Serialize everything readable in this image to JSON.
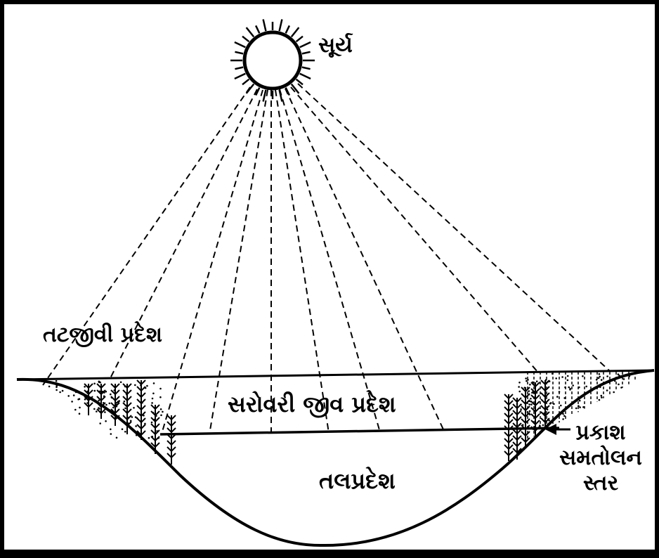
{
  "labels": {
    "sun": "સૂર્ય",
    "littoral_zone": "તટજીવી પ્રદેશ",
    "limnetic_zone": "સરોવરી જીવ પ્રદેશ",
    "profundal_zone": "તલપ્રદેશ",
    "compensation_level": "પ્રકાશ સમતોલન સ્તર"
  },
  "compensation_level_lines": [
    "પ્રકાશ",
    "સમતોલન",
    "સ્તર"
  ],
  "colors": {
    "ink": "#000000",
    "paper": "#ffffff"
  }
}
